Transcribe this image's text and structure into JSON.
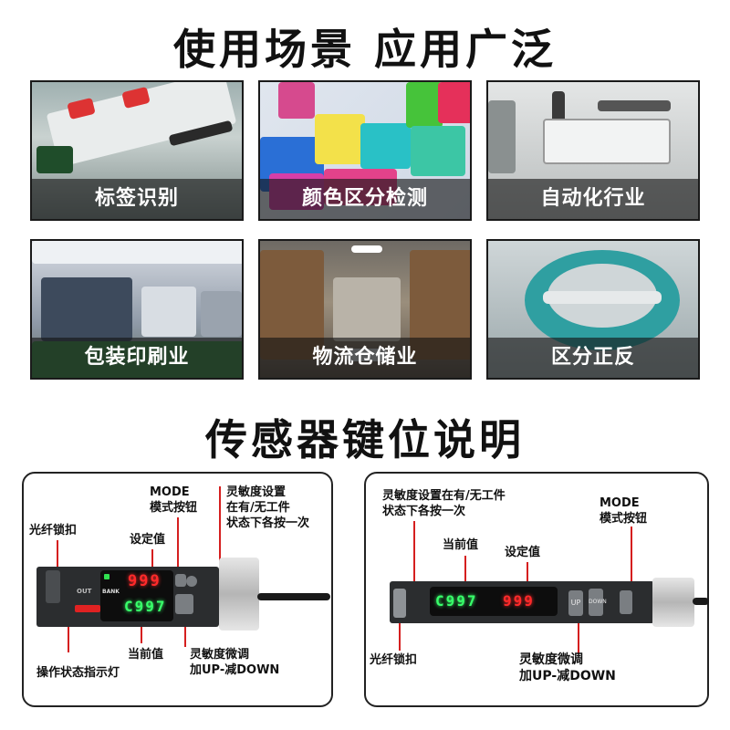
{
  "headings": {
    "scenes": "使用场景  应用广泛",
    "keys": "传感器键位说明"
  },
  "tiles": [
    {
      "label": "标签识别"
    },
    {
      "label": "颜色区分检测"
    },
    {
      "label": "自动化行业"
    },
    {
      "label": "包装印刷业"
    },
    {
      "label": "物流仓储业"
    },
    {
      "label": "区分正反"
    }
  ],
  "left_panel": {
    "mode_title": "MODE",
    "mode_desc": "模式按钮",
    "sens_l1": "灵敏度设置",
    "sens_l2": "在有/无工件",
    "sens_l3": "状态下各按一次",
    "fiber_lock": "光纤锁扣",
    "set_value": "设定值",
    "current_value": "当前值",
    "indicator": "操作状态指示灯",
    "fine_l1": "灵敏度微调",
    "fine_l2": "加UP-减DOWN",
    "display_top": "999",
    "display_bottom": "C997",
    "bank": "BANK",
    "out": "OUT"
  },
  "right_panel": {
    "sens_l1": "灵敏度设置在有/无工件",
    "sens_l2": "状态下各按一次",
    "mode_title": "MODE",
    "mode_desc": "模式按钮",
    "current_value": "当前值",
    "set_value": "设定值",
    "fiber_lock": "光纤锁扣",
    "fine_l1": "灵敏度微调",
    "fine_l2": "加UP-减DOWN",
    "display_left": "C997",
    "display_right": "999",
    "btn_up": "UP",
    "btn_down": "DOWN"
  },
  "colors": {
    "arrow": "#d51f1f",
    "digit_red": "#ff2a2a",
    "digit_green": "#38ff6a"
  }
}
